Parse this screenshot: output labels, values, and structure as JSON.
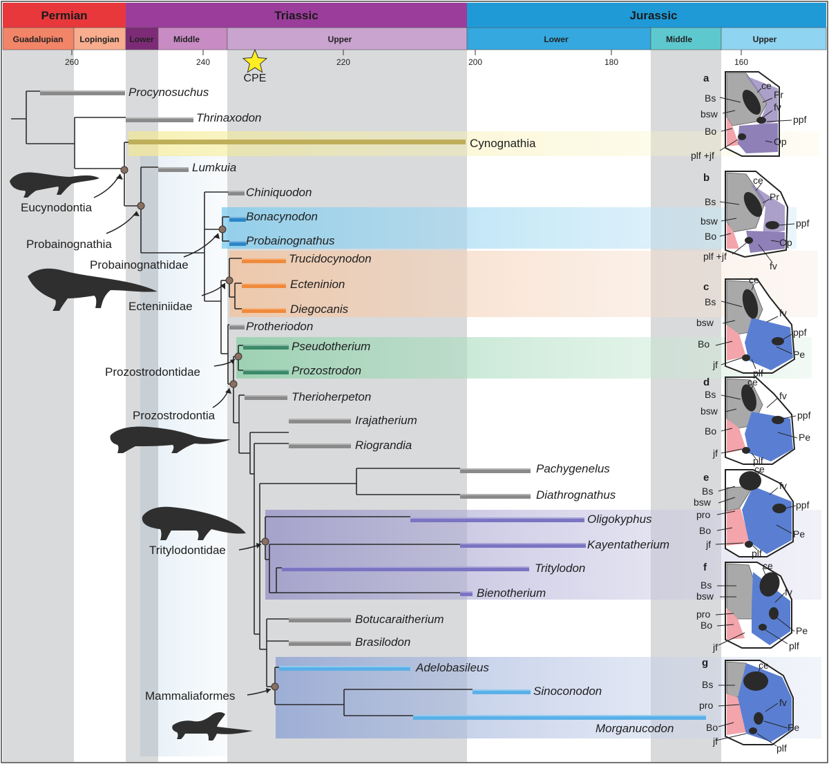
{
  "periods": [
    {
      "label": "Permian",
      "color": "#e8383c"
    },
    {
      "label": "Triassic",
      "color": "#9b3d9b"
    },
    {
      "label": "Jurassic",
      "color": "#1f9ad7"
    }
  ],
  "epochs": [
    {
      "label": "Guadalupian",
      "color": "#f28467"
    },
    {
      "label": "Lopingian",
      "color": "#f7ad8e"
    },
    {
      "label": "Lower",
      "color": "#7d2b77"
    },
    {
      "label": "Middle",
      "color": "#c98bc4"
    },
    {
      "label": "Upper",
      "color": "#c9a4cf"
    },
    {
      "label": "Lower",
      "color": "#34a8df"
    },
    {
      "label": "Middle",
      "color": "#5ec8cf"
    },
    {
      "label": "Upper",
      "color": "#8fd4f1"
    }
  ],
  "time_ticks": [
    "260",
    "240",
    "220",
    "200",
    "180",
    "160"
  ],
  "event": {
    "label": "CPE",
    "icon": "star-icon",
    "color": "#ffee22"
  },
  "taxa": [
    {
      "name": "Procynosuchus",
      "bar_color": "#8a8a8a"
    },
    {
      "name": "Thrinaxodon",
      "bar_color": "#8a8a8a"
    },
    {
      "name": "Lumkuia",
      "bar_color": "#8a8a8a"
    },
    {
      "name": "Chiniquodon",
      "bar_color": "#8a8a8a"
    },
    {
      "name": "Bonacynodon",
      "bar_color": "#2b86c8"
    },
    {
      "name": "Probainognathus",
      "bar_color": "#2b86c8"
    },
    {
      "name": "Trucidocynodon",
      "bar_color": "#f08a3c"
    },
    {
      "name": "Ecteninion",
      "bar_color": "#f08a3c"
    },
    {
      "name": "Diegocanis",
      "bar_color": "#f08a3c"
    },
    {
      "name": "Protheriodon",
      "bar_color": "#8a8a8a"
    },
    {
      "name": "Pseudotherium",
      "bar_color": "#3b8a6a"
    },
    {
      "name": "Prozostrodon",
      "bar_color": "#3b8a6a"
    },
    {
      "name": "Therioherpeton",
      "bar_color": "#8a8a8a"
    },
    {
      "name": "Irajatherium",
      "bar_color": "#8a8a8a"
    },
    {
      "name": "Riograndia",
      "bar_color": "#8a8a8a"
    },
    {
      "name": "Pachygenelus",
      "bar_color": "#8a8a8a"
    },
    {
      "name": "Diathrognathus",
      "bar_color": "#8a8a8a"
    },
    {
      "name": "Oligokyphus",
      "bar_color": "#7a74c2"
    },
    {
      "name": "Kayentatherium",
      "bar_color": "#7a74c2"
    },
    {
      "name": "Tritylodon",
      "bar_color": "#7a74c2"
    },
    {
      "name": "Bienotherium",
      "bar_color": "#7a74c2"
    },
    {
      "name": "Botucaraitherium",
      "bar_color": "#8a8a8a"
    },
    {
      "name": "Brasilodon",
      "bar_color": "#8a8a8a"
    },
    {
      "name": "Adelobasileus",
      "bar_color": "#5ab0e8"
    },
    {
      "name": "Sinoconodon",
      "bar_color": "#5ab0e8"
    },
    {
      "name": "Morganucodon",
      "bar_color": "#5ab0e8"
    }
  ],
  "cynognathia": {
    "label": "Cynognathia",
    "bar_color": "#bfae5a"
  },
  "clades": [
    "Eucynodontia",
    "Probainognathia",
    "Probainognathidae",
    "Ecteniniidae",
    "Prozostrodontidae",
    "Prozostrodontia",
    "Tritylodontidae",
    "Mammaliaformes"
  ],
  "skull_panels": [
    {
      "letter": "a",
      "labels": [
        "ce",
        "Pr",
        "Bs",
        "bsw",
        "fv",
        "ppf",
        "Bo",
        "Op",
        "plf +jf"
      ]
    },
    {
      "letter": "b",
      "labels": [
        "ce",
        "Pr",
        "Bs",
        "bsw",
        "ppf",
        "Bo",
        "Op",
        "plf +jf",
        "fv"
      ]
    },
    {
      "letter": "c",
      "labels": [
        "ce",
        "Bs",
        "fv",
        "bsw",
        "ppf",
        "Bo",
        "Pe",
        "jf",
        "plf"
      ]
    },
    {
      "letter": "d",
      "labels": [
        "ce",
        "Bs",
        "fv",
        "bsw",
        "ppf",
        "Bo",
        "Pe",
        "jf",
        "plf"
      ]
    },
    {
      "letter": "e",
      "labels": [
        "ce",
        "Bs",
        "fv",
        "bsw",
        "ppf",
        "pro",
        "Bo",
        "Pe",
        "jf",
        "plf"
      ]
    },
    {
      "letter": "f",
      "labels": [
        "ce",
        "Bs",
        "bsw",
        "fv",
        "pro",
        "Bo",
        "Pe",
        "jf",
        "plf"
      ]
    },
    {
      "letter": "g",
      "labels": [
        "ce",
        "Bs",
        "fv",
        "pro",
        "Bo",
        "Pe",
        "jf",
        "plf"
      ]
    }
  ],
  "colors": {
    "basisphenoid": "#a9a9a9",
    "basioccipital": "#f3a5ab",
    "prootic_opisthotic": "#8f80b8",
    "petrosal": "#5a7fd2",
    "cranial_element": "#2a2a2a",
    "band_grey": "#d9dadb"
  }
}
